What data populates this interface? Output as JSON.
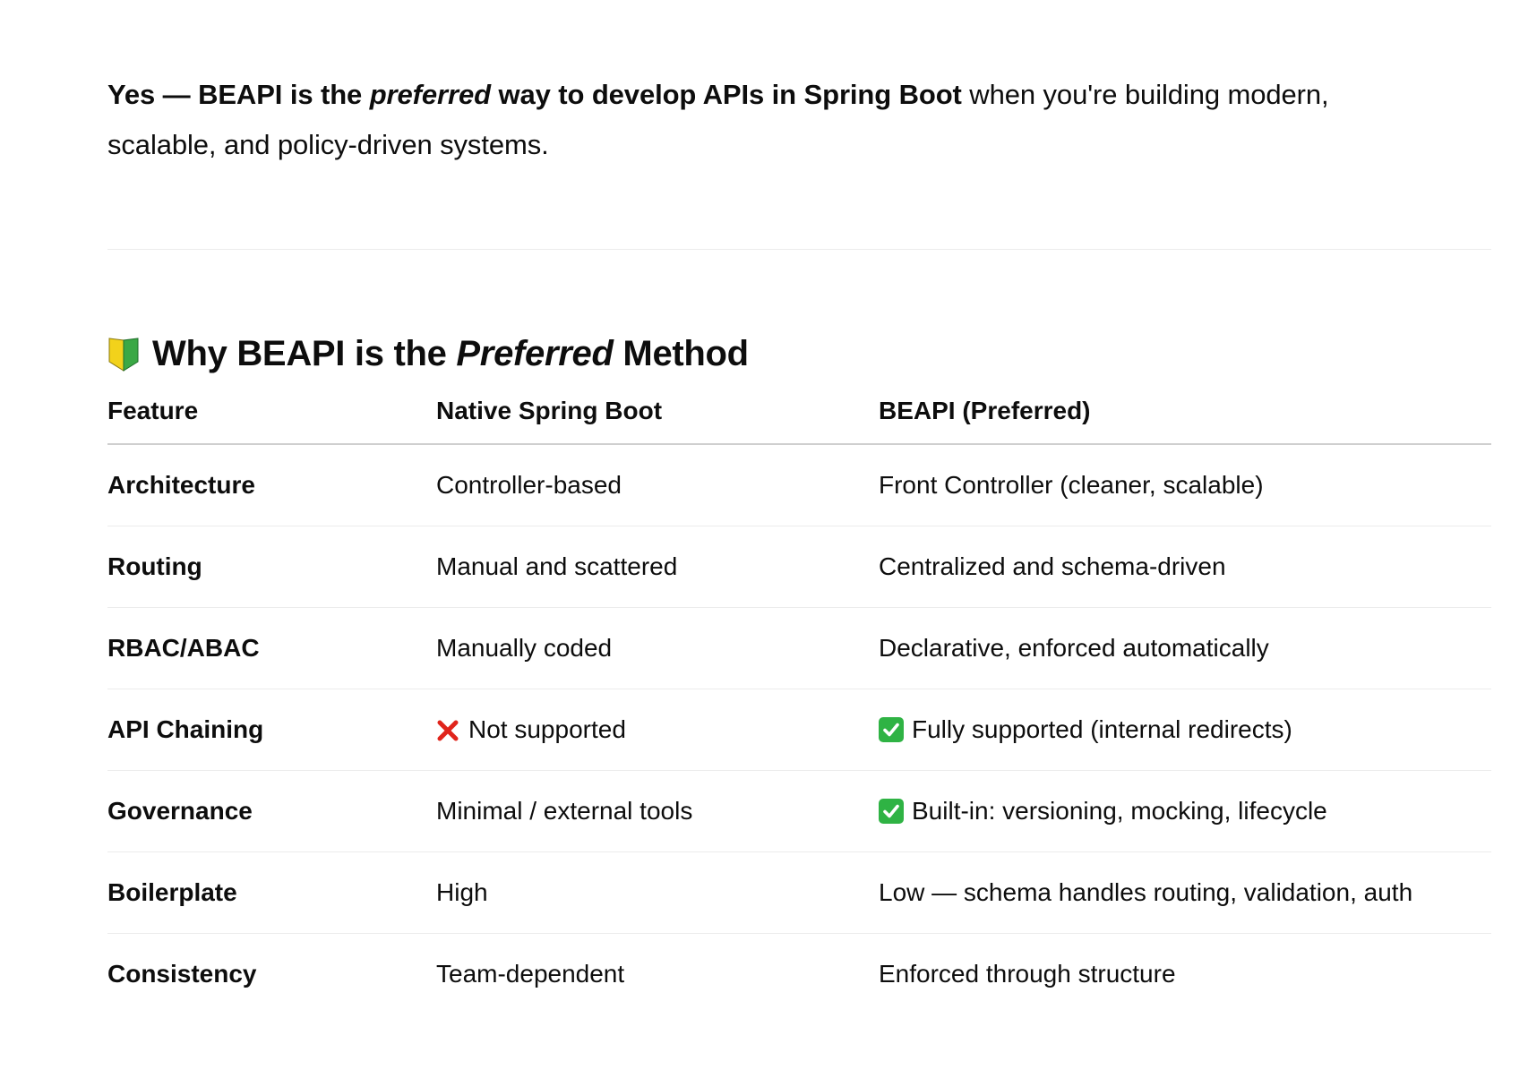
{
  "intro": {
    "bold_1": "Yes — BEAPI is the ",
    "bold_italic": "preferred",
    "bold_2": " way to develop APIs in Spring Boot",
    "rest": " when you're building modern, scalable, and policy-driven systems."
  },
  "section": {
    "icon": "beginner-shield-icon",
    "heading_1": "Why BEAPI is the ",
    "heading_italic": "Preferred",
    "heading_2": " Method"
  },
  "table": {
    "headers": [
      "Feature",
      "Native Spring Boot",
      "BEAPI (Preferred)"
    ],
    "rows": [
      {
        "feature": "Architecture",
        "native": "Controller-based",
        "beapi": "Front Controller (cleaner, scalable)"
      },
      {
        "feature": "Routing",
        "native": "Manual and scattered",
        "beapi": "Centralized and schema-driven"
      },
      {
        "feature": "RBAC/ABAC",
        "native": "Manually coded",
        "beapi": "Declarative, enforced automatically"
      },
      {
        "feature": "API Chaining",
        "native": "Not supported",
        "native_icon": "cross-mark-icon",
        "beapi": "Fully supported (internal redirects)",
        "beapi_icon": "check-mark-icon"
      },
      {
        "feature": "Governance",
        "native": "Minimal / external tools",
        "beapi": "Built-in: versioning, mocking, lifecycle",
        "beapi_icon": "check-mark-icon"
      },
      {
        "feature": "Boilerplate",
        "native": "High",
        "beapi": "Low — schema handles routing, validation, auth"
      },
      {
        "feature": "Consistency",
        "native": "Team-dependent",
        "beapi": "Enforced through structure"
      }
    ]
  },
  "colors": {
    "text": "#0d0d0d",
    "cross": "#e0241b",
    "check": "#2fb344",
    "shield_yellow": "#f2d21b",
    "shield_green": "#3aa845"
  }
}
